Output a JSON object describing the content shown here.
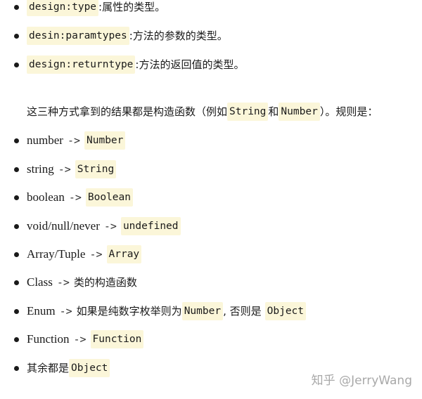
{
  "metadata_list": [
    {
      "code": "design:type",
      "sep": ":",
      "desc": "属性的类型。"
    },
    {
      "code": "desin:paramtypes",
      "sep": ":",
      "desc": "方法的参数的类型。"
    },
    {
      "code": "design:returntype",
      "sep": ":",
      "desc": "方法的返回值的类型。"
    }
  ],
  "paragraph": {
    "before": "这三种方式拿到的结果都是构造函数（例如",
    "code1": "String",
    "middle": "和",
    "code2": "Number",
    "after": "）。规则是："
  },
  "rules": [
    {
      "left": "number",
      "arrow": "->",
      "right_code": "Number"
    },
    {
      "left": "string",
      "arrow": "->",
      "right_code": "String"
    },
    {
      "left": "boolean",
      "arrow": "->",
      "right_code": "Boolean"
    },
    {
      "left": "void/null/never",
      "arrow": "->",
      "right_code": "undefined"
    },
    {
      "left": "Array/Tuple",
      "arrow": "->",
      "right_code": "Array"
    },
    {
      "left": "Class",
      "arrow": "->",
      "right_text": "类的构造函数"
    },
    {
      "left": "Enum",
      "arrow": "->",
      "right_text": "如果是纯数字枚举则为",
      "right_code": "Number",
      "tail_text": ", 否则是",
      "tail_code": "Object"
    },
    {
      "left": "Function",
      "arrow": "->",
      "right_code": "Function"
    },
    {
      "left_cn": "其余都是",
      "right_code": "Object"
    }
  ],
  "watermark": "知乎 @JerryWang"
}
